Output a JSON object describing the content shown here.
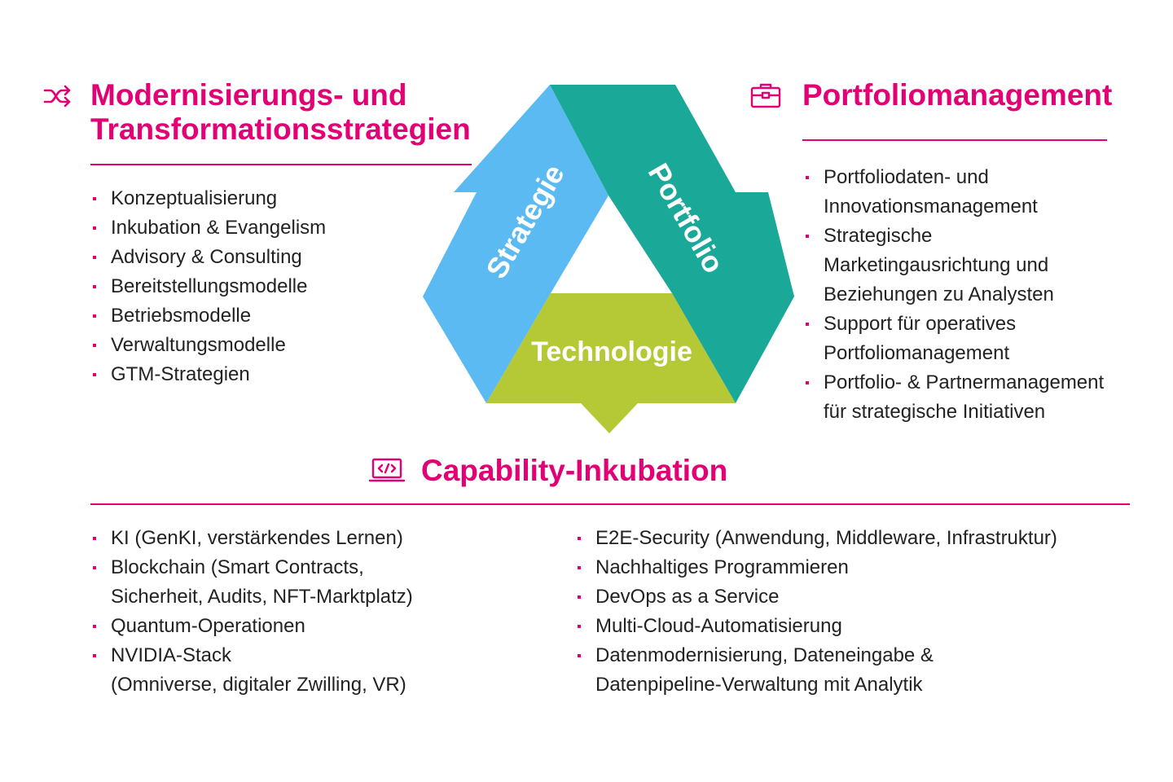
{
  "colors": {
    "accent": "#e20074",
    "strategie_band": "#5bbaf2",
    "portfolio_band": "#1aa899",
    "technologie_band": "#b5c836"
  },
  "modernisierung": {
    "icon": "shuffle-icon",
    "title_line1": "Modernisierungs- und",
    "title_line2": "Transformationsstrategien",
    "items": [
      "Konzeptualisierung",
      "Inkubation & Evangelism",
      "Advisory & Consulting",
      "Bereitstellungsmodelle",
      "Betriebsmodelle",
      "Verwaltungsmodelle",
      "GTM-Strategien"
    ]
  },
  "portfolio": {
    "icon": "briefcase-icon",
    "title": "Portfoliomanagement",
    "items": [
      [
        "Portfoliodaten- und",
        "Innovationsmanagement"
      ],
      [
        "Strategische",
        "Marketingausrichtung und",
        "Beziehungen zu Analysten"
      ],
      [
        "Support für operatives",
        "Portfoliomanagement"
      ],
      [
        "Portfolio- & Partnermanagement",
        "für strategische Initiativen"
      ]
    ]
  },
  "diagram": {
    "strategie_label": "Strategie",
    "portfolio_label": "Portfolio",
    "technologie_label": "Technologie"
  },
  "capability": {
    "icon": "code-laptop-icon",
    "title": "Capability-Inkubation",
    "left_items": [
      [
        "KI (GenKI, verstärkendes Lernen)"
      ],
      [
        "Blockchain (Smart Contracts,",
        "Sicherheit, Audits, NFT-Marktplatz)"
      ],
      [
        "Quantum-Operationen"
      ],
      [
        "NVIDIA-Stack",
        "(Omniverse, digitaler Zwilling, VR)"
      ]
    ],
    "right_items": [
      [
        "E2E-Security (Anwendung, Middleware, Infrastruktur)"
      ],
      [
        "Nachhaltiges Programmieren"
      ],
      [
        "DevOps as a Service"
      ],
      [
        "Multi-Cloud-Automatisierung"
      ],
      [
        "Datenmodernisierung, Dateneingabe &",
        "Datenpipeline-Verwaltung mit Analytik"
      ]
    ]
  }
}
